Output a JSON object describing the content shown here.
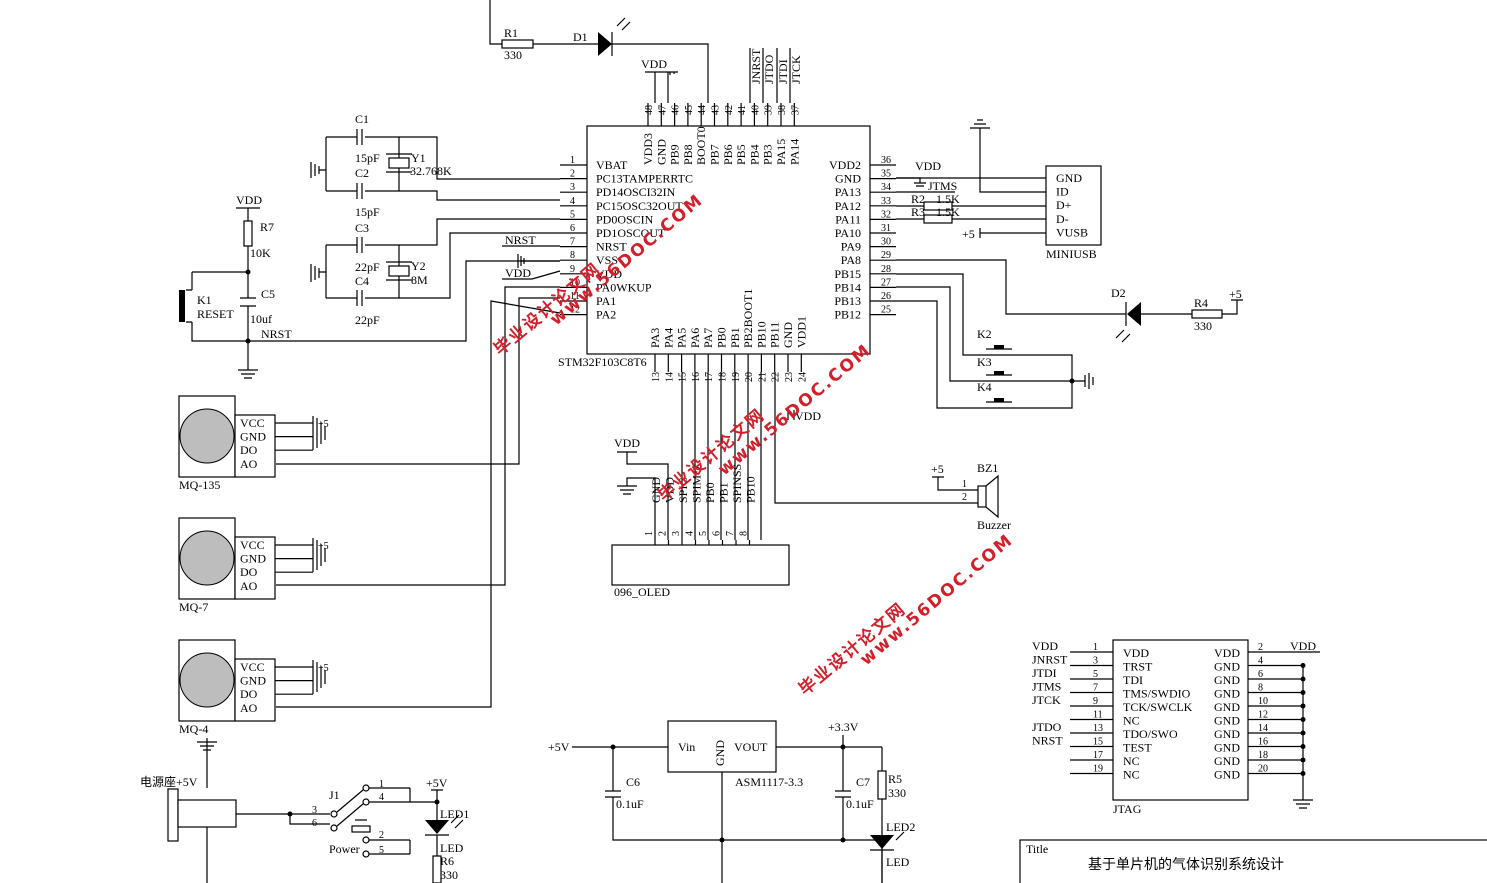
{
  "mcu": {
    "part": "STM32F103C8T6",
    "top_pins": [
      {
        "num": "48",
        "name": "VDD3"
      },
      {
        "num": "47",
        "name": "GND"
      },
      {
        "num": "46",
        "name": "PB9"
      },
      {
        "num": "45",
        "name": "PB8"
      },
      {
        "num": "44",
        "name": "BOOT0"
      },
      {
        "num": "43",
        "name": "PB7"
      },
      {
        "num": "42",
        "name": "PB6"
      },
      {
        "num": "41",
        "name": "PB5"
      },
      {
        "num": "40",
        "name": "PB4"
      },
      {
        "num": "39",
        "name": "PB3"
      },
      {
        "num": "38",
        "name": "PA15"
      },
      {
        "num": "37",
        "name": "PA14"
      }
    ],
    "left_pins": [
      {
        "num": "1",
        "name": "VBAT"
      },
      {
        "num": "2",
        "name": "PC13TAMPERRTC"
      },
      {
        "num": "3",
        "name": "PD14OSCI32IN"
      },
      {
        "num": "4",
        "name": "PC15OSC32OUT"
      },
      {
        "num": "5",
        "name": "PD0OSCIN"
      },
      {
        "num": "6",
        "name": "PD1OSCOUT"
      },
      {
        "num": "7",
        "name": "NRST"
      },
      {
        "num": "8",
        "name": "VSS"
      },
      {
        "num": "9",
        "name": "VDD"
      },
      {
        "num": "10",
        "name": "PA0WKUP"
      },
      {
        "num": "11",
        "name": "PA1"
      },
      {
        "num": "12",
        "name": "PA2"
      }
    ],
    "right_pins": [
      {
        "num": "36",
        "name": "VDD2"
      },
      {
        "num": "35",
        "name": "GND"
      },
      {
        "num": "34",
        "name": "PA13"
      },
      {
        "num": "33",
        "name": "PA12"
      },
      {
        "num": "32",
        "name": "PA11"
      },
      {
        "num": "31",
        "name": "PA10"
      },
      {
        "num": "30",
        "name": "PA9"
      },
      {
        "num": "29",
        "name": "PA8"
      },
      {
        "num": "28",
        "name": "PB15"
      },
      {
        "num": "27",
        "name": "PB14"
      },
      {
        "num": "26",
        "name": "PB13"
      },
      {
        "num": "25",
        "name": "PB12"
      }
    ],
    "bottom_pins": [
      {
        "num": "13",
        "name": "PA3"
      },
      {
        "num": "14",
        "name": "PA4"
      },
      {
        "num": "15",
        "name": "PA5"
      },
      {
        "num": "16",
        "name": "PA6"
      },
      {
        "num": "17",
        "name": "PA7"
      },
      {
        "num": "18",
        "name": "PB0"
      },
      {
        "num": "19",
        "name": "PB1"
      },
      {
        "num": "20",
        "name": "PB2BOOT1"
      },
      {
        "num": "21",
        "name": "PB10"
      },
      {
        "num": "22",
        "name": "PB11"
      },
      {
        "num": "23",
        "name": "GND"
      },
      {
        "num": "24",
        "name": "VDD1"
      }
    ],
    "top_net_labels": [
      "VDD",
      "JNRST",
      "JTDO",
      "JTDI",
      "JTCK"
    ],
    "left_net_labels": [
      "NRST",
      "VDD"
    ],
    "right_net_labels": [
      "VDD",
      "JTMS",
      "+5"
    ]
  },
  "led_circuit": {
    "r1": "R1",
    "r1_val": "330",
    "d1": "D1"
  },
  "crystals": {
    "c1": "C1",
    "c1_val": "15pF",
    "c2": "C2",
    "c2_val": "15pF",
    "y1": "Y1",
    "y1_val": "32.768K",
    "c3": "C3",
    "c3_val": "22pF",
    "c4": "C4",
    "c4_val": "22pF",
    "y2": "Y2",
    "y2_val": "8M"
  },
  "reset": {
    "vdd": "VDD",
    "r7": "R7",
    "r7_val": "10K",
    "k1": "K1",
    "k1_label": "RESET",
    "c5": "C5",
    "c5_val": "10uf",
    "net": "NRST"
  },
  "usb": {
    "name": "MINIUSB",
    "pins": [
      "GND",
      "ID",
      "D+",
      "D-",
      "VUSB"
    ],
    "r2": "R2",
    "r2_val": "1.5K",
    "r3": "R3",
    "r3_val": "1.5K"
  },
  "d2": {
    "d2": "D2",
    "r4": "R4",
    "r4_val": "330",
    "plus": "+5"
  },
  "keys": [
    "K2",
    "K3",
    "K4"
  ],
  "buzzer": {
    "name": "BZ1",
    "label": "Buzzer",
    "plus": "+5",
    "p1": "1",
    "p2": "2"
  },
  "sensors": [
    {
      "name": "MQ-135",
      "pins": [
        "VCC",
        "GND",
        "DO",
        "AO"
      ],
      "plus": "+5"
    },
    {
      "name": "MQ-7",
      "pins": [
        "VCC",
        "GND",
        "DO",
        "AO"
      ],
      "plus": "+5"
    },
    {
      "name": "MQ-4",
      "pins": [
        "VCC",
        "GND",
        "DO",
        "AO"
      ],
      "plus": "+5"
    }
  ],
  "oled": {
    "name": "096_OLED",
    "vdd": "VDD",
    "pins": [
      "GND",
      "VDD",
      "SPIC",
      "SPIMO",
      "PB0",
      "PB1",
      "SPINSS",
      "PB10"
    ],
    "nums": [
      "1",
      "2",
      "3",
      "4",
      "5",
      "6",
      "7",
      "8"
    ],
    "vdd_bottom": "VDD"
  },
  "power": {
    "jack": "电源座+5V",
    "j1": "J1",
    "power": "Power",
    "p1": "1",
    "p2": "2",
    "p3": "3",
    "p4": "4",
    "p5": "5",
    "p6": "6",
    "plus5": "+5V",
    "led1": "LED1",
    "led1_lbl": "LED",
    "r6": "R6",
    "r6_val": "330"
  },
  "ldo": {
    "in": "Vin",
    "gnd": "GND",
    "out": "VOUT",
    "part": "ASM1117-3.3",
    "vin_net": "+5V",
    "vout_net": "+3.3V",
    "c6": "C6",
    "c6_val": "0.1uF",
    "c7": "C7",
    "c7_val": "0.1uF",
    "r5": "R5",
    "r5_val": "330",
    "led2": "LED2",
    "led2_lbl": "LED"
  },
  "jtag": {
    "name": "JTAG",
    "left_nets": [
      "VDD",
      "JNRST",
      "JTDI",
      "JTMS",
      "JTCK",
      "",
      "JTDO",
      "NRST",
      "",
      ""
    ],
    "left_nums": [
      "1",
      "3",
      "5",
      "7",
      "9",
      "11",
      "13",
      "15",
      "17",
      "19"
    ],
    "left_names": [
      "VDD",
      "TRST",
      "TDI",
      "TMS/SWDIO",
      "TCK/SWCLK",
      "NC",
      "TDO/SWO",
      "TEST",
      "NC",
      "NC"
    ],
    "right_names": [
      "VDD",
      "GND",
      "GND",
      "GND",
      "GND",
      "GND",
      "GND",
      "GND",
      "GND",
      "GND"
    ],
    "right_nums": [
      "2",
      "4",
      "6",
      "8",
      "10",
      "12",
      "14",
      "16",
      "18",
      "20"
    ],
    "right_net": "VDD"
  },
  "title_block": {
    "label": "Title",
    "value": "基于单片机的气体识别系统设计"
  },
  "watermarks": [
    "毕业设计论文网",
    "www.56DOC.COM"
  ]
}
